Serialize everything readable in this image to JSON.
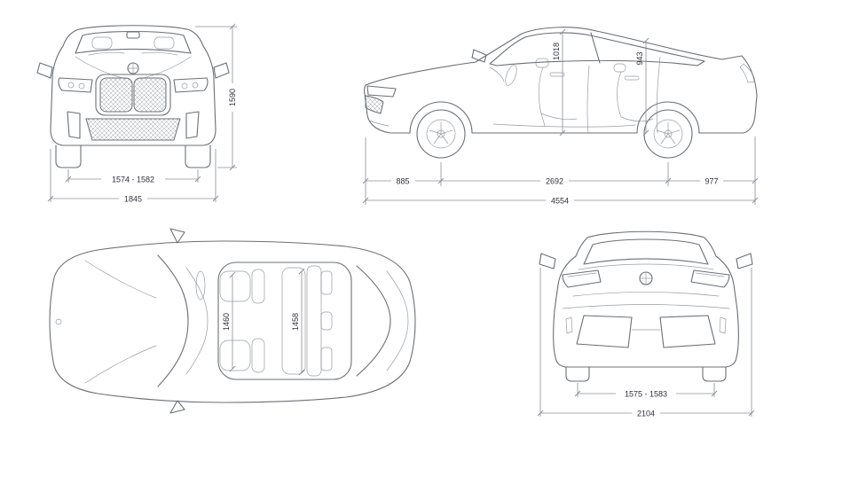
{
  "diagram_title": "vehicle-dimensions-four-views",
  "colors": {
    "line": "#6a7076",
    "dimension": "#8b9097",
    "label": "#30313c"
  },
  "views": {
    "front": {
      "dims": {
        "height": "1590",
        "track": "1574 - 1582",
        "width": "1845"
      }
    },
    "side": {
      "dims": {
        "headroom_front": "1018",
        "headroom_rear": "943",
        "front_overhang": "885",
        "wheelbase": "2692",
        "rear_overhang": "977",
        "length": "4554"
      }
    },
    "top": {
      "dims": {
        "interior_width_front": "1460",
        "interior_width_rear": "1458"
      }
    },
    "rear": {
      "dims": {
        "track": "1575 - 1583",
        "width_with_mirrors": "2104"
      }
    }
  }
}
